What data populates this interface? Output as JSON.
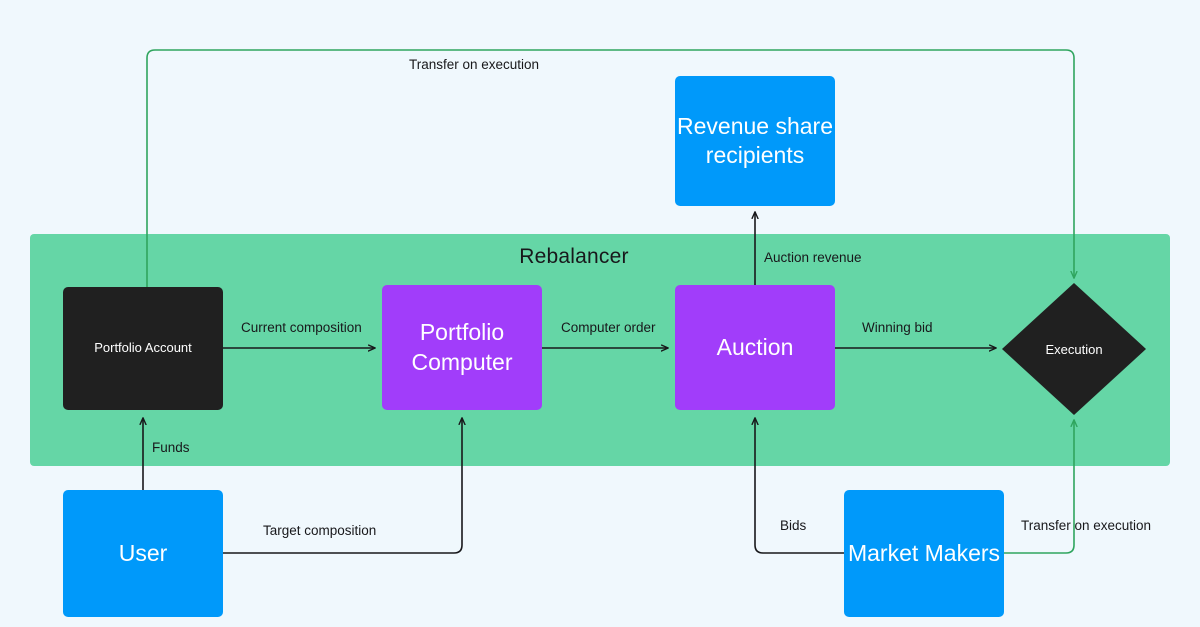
{
  "diagram": {
    "background_color": "#f0f8fd",
    "group": {
      "title": "Rebalancer",
      "color": "#65d6a6"
    },
    "colors": {
      "blue": "#0099fa",
      "purple": "#a13dfa",
      "dark": "#202020",
      "green_band": "#65d6a6",
      "green_edge": "#2fa55e",
      "dark_edge": "#18181b"
    },
    "nodes": [
      {
        "id": "revenue-share-recipients",
        "label": "Revenue share recipients",
        "shape": "rect",
        "color": "blue"
      },
      {
        "id": "portfolio-account",
        "label": "Portfolio Account",
        "shape": "rect",
        "color": "dark"
      },
      {
        "id": "portfolio-computer",
        "label": "Portfolio Computer",
        "shape": "rect",
        "color": "purple"
      },
      {
        "id": "auction",
        "label": "Auction",
        "shape": "rect",
        "color": "purple"
      },
      {
        "id": "execution",
        "label": "Execution",
        "shape": "diamond",
        "color": "dark"
      },
      {
        "id": "user",
        "label": "User",
        "shape": "rect",
        "color": "blue"
      },
      {
        "id": "market-makers",
        "label": "Market Makers",
        "shape": "rect",
        "color": "blue"
      }
    ],
    "edges": [
      {
        "id": "transfer-on-execution-top",
        "label": "Transfer on execution",
        "from": "execution",
        "to": "portfolio-account",
        "color": "green"
      },
      {
        "id": "auction-revenue",
        "label": "Auction revenue",
        "from": "auction",
        "to": "revenue-share-recipients",
        "color": "dark"
      },
      {
        "id": "current-composition",
        "label": "Current composition",
        "from": "portfolio-account",
        "to": "portfolio-computer",
        "color": "dark"
      },
      {
        "id": "computer-order",
        "label": "Computer order",
        "from": "portfolio-computer",
        "to": "auction",
        "color": "dark"
      },
      {
        "id": "winning-bid",
        "label": "Winning bid",
        "from": "auction",
        "to": "execution",
        "color": "dark"
      },
      {
        "id": "funds",
        "label": "Funds",
        "from": "user",
        "to": "portfolio-account",
        "color": "dark"
      },
      {
        "id": "target-composition",
        "label": "Target composition",
        "from": "user",
        "to": "portfolio-computer",
        "color": "dark"
      },
      {
        "id": "bids",
        "label": "Bids",
        "from": "market-makers",
        "to": "auction",
        "color": "dark"
      },
      {
        "id": "transfer-on-execution-bottom",
        "label": "Transfer on execution",
        "from": "market-makers",
        "to": "execution",
        "color": "green"
      }
    ]
  }
}
